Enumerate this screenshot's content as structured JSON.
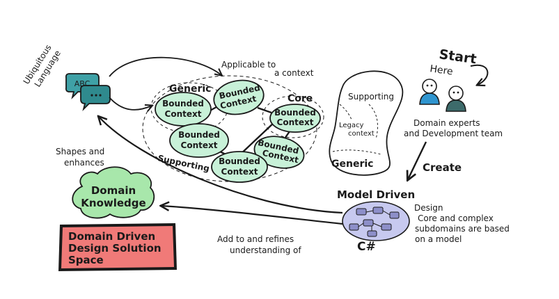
{
  "ubiquitous_language": {
    "line1": "Ubiquitous",
    "line2": "Language",
    "bubble_text": "ABC"
  },
  "applicable": {
    "line1": "Applicable to",
    "line2": "a context"
  },
  "contexts": {
    "bc_line1": "Bounded",
    "bc_line2": "Context",
    "group_generic": "Generic",
    "group_core": "Core",
    "group_supporting": "Supporting"
  },
  "subdomains": {
    "supporting": "Supporting",
    "legacy_line1": "Legacy",
    "legacy_line2": "context",
    "generic": "Generic"
  },
  "start": {
    "line1": "Start",
    "line2": "Here"
  },
  "team": {
    "line1": "Domain experts",
    "line2": "and Development team"
  },
  "create_label": "Create",
  "model_driven": {
    "title1": "Model Driven",
    "title2": "Design",
    "desc1": "Core and complex",
    "desc2": "subdomains are based",
    "desc3": "on a model",
    "csharp": "C#"
  },
  "shapes": {
    "line1": "Shapes and",
    "line2": "enhances"
  },
  "domain_knowledge": {
    "line1": "Domain",
    "line2": "Knowledge"
  },
  "add_refine": {
    "line1": "Add to and refines",
    "line2": "understanding of"
  },
  "solution_space": {
    "line1": "Domain Driven",
    "line2": "Design Solution",
    "line3": "Space"
  },
  "colors": {
    "teal_bubble": "#3fa1a6",
    "teal_dark": "#2f8a8e",
    "bc_fill": "#c8f1d8",
    "knowledge_fill": "#a8e7ab",
    "solution_fill": "#f07a78",
    "person_blue": "#2f95cf",
    "person_dark": "#3d6b6b",
    "model_fill": "#c7c9ef",
    "model_shape": "#8d8fc9"
  }
}
